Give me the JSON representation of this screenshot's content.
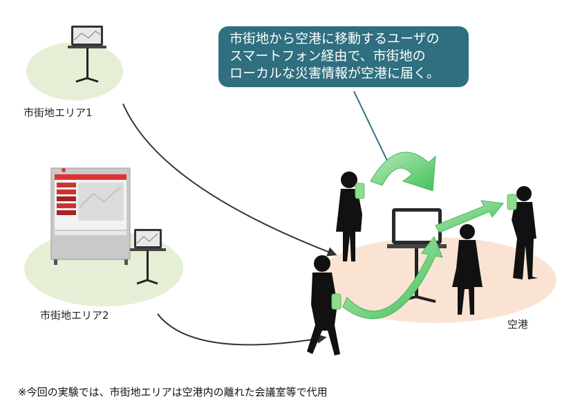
{
  "area1_label": "市街地エリア1",
  "area2_label": "市街地エリア2",
  "airport_label": "空港",
  "callout": {
    "lines": [
      "市街地から空港に移動するユーザの",
      "スマートフォン経由で、市街地の",
      "ローカルな災害情報が空港に届く。"
    ]
  },
  "footnote": "※今回の実験では、市街地エリアは空港内の離れた会議室等で代用",
  "colors": {
    "callout_bg": "#2f6f7f",
    "area_ellipse": "#e5efd6",
    "airport_ellipse": "#fbe3d3",
    "green_arrow": "#5cc96a",
    "silhouette": "#111111"
  },
  "icons": [
    "laptop-on-stand-icon",
    "digital-signage-icon",
    "smartphone-icon",
    "person-silhouette-icon"
  ]
}
